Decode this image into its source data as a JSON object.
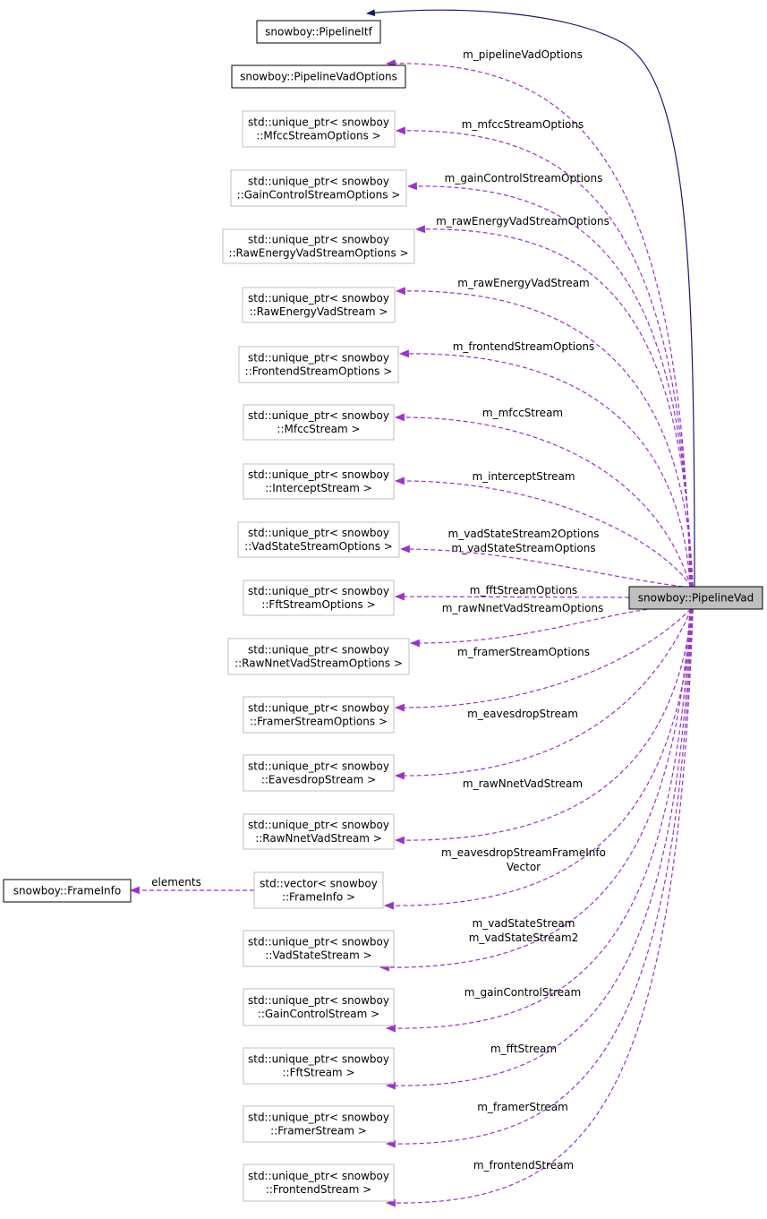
{
  "colors": {
    "inheritance_edge": "#191970",
    "usage_edge": "#9a32cd",
    "node_border_gray": "#bfbfbf",
    "node_border_black": "#000000",
    "focus_fill": "#bfbfbf"
  },
  "focus_node": {
    "label": "snowboy::PipelineVad"
  },
  "base_class": {
    "label": "snowboy::PipelineItf"
  },
  "frame_info_node": {
    "label": "snowboy::FrameInfo"
  },
  "members": [
    {
      "type_lines": [
        "snowboy::PipelineVadOptions"
      ],
      "edge_labels": [
        "m_pipelineVadOptions"
      ]
    },
    {
      "type_lines": [
        "std::unique_ptr< snowboy",
        "::MfccStreamOptions >"
      ],
      "edge_labels": [
        "m_mfccStreamOptions"
      ]
    },
    {
      "type_lines": [
        "std::unique_ptr< snowboy",
        "::GainControlStreamOptions >"
      ],
      "edge_labels": [
        "m_gainControlStreamOptions"
      ]
    },
    {
      "type_lines": [
        "std::unique_ptr< snowboy",
        "::RawEnergyVadStreamOptions >"
      ],
      "edge_labels": [
        "m_rawEnergyVadStreamOptions"
      ]
    },
    {
      "type_lines": [
        "std::unique_ptr< snowboy",
        "::RawEnergyVadStream >"
      ],
      "edge_labels": [
        "m_rawEnergyVadStream"
      ]
    },
    {
      "type_lines": [
        "std::unique_ptr< snowboy",
        "::FrontendStreamOptions >"
      ],
      "edge_labels": [
        "m_frontendStreamOptions"
      ]
    },
    {
      "type_lines": [
        "std::unique_ptr< snowboy",
        "::MfccStream >"
      ],
      "edge_labels": [
        "m_mfccStream"
      ]
    },
    {
      "type_lines": [
        "std::unique_ptr< snowboy",
        "::InterceptStream >"
      ],
      "edge_labels": [
        "m_interceptStream"
      ]
    },
    {
      "type_lines": [
        "std::unique_ptr< snowboy",
        "::VadStateStreamOptions >"
      ],
      "edge_labels": [
        "m_vadStateStream2Options",
        "m_vadStateStreamOptions"
      ]
    },
    {
      "type_lines": [
        "std::unique_ptr< snowboy",
        "::FftStreamOptions >"
      ],
      "edge_labels": [
        "m_fftStreamOptions"
      ]
    },
    {
      "type_lines": [
        "std::unique_ptr< snowboy",
        "::RawNnetVadStreamOptions >"
      ],
      "edge_labels": [
        "m_rawNnetVadStreamOptions"
      ]
    },
    {
      "type_lines": [
        "std::unique_ptr< snowboy",
        "::FramerStreamOptions >"
      ],
      "edge_labels": [
        "m_framerStreamOptions"
      ]
    },
    {
      "type_lines": [
        "std::unique_ptr< snowboy",
        "::EavesdropStream >"
      ],
      "edge_labels": [
        "m_eavesdropStream"
      ]
    },
    {
      "type_lines": [
        "std::unique_ptr< snowboy",
        "::RawNnetVadStream >"
      ],
      "edge_labels": [
        "m_rawNnetVadStream"
      ]
    },
    {
      "type_lines": [
        "std::vector< snowboy",
        "::FrameInfo >"
      ],
      "edge_labels": [
        "m_eavesdropStreamFrameInfo",
        "Vector"
      ]
    },
    {
      "type_lines": [
        "std::unique_ptr< snowboy",
        "::VadStateStream >"
      ],
      "edge_labels": [
        "m_vadStateStream",
        "m_vadStateStream2"
      ]
    },
    {
      "type_lines": [
        "std::unique_ptr< snowboy",
        "::GainControlStream >"
      ],
      "edge_labels": [
        "m_gainControlStream"
      ]
    },
    {
      "type_lines": [
        "std::unique_ptr< snowboy",
        "::FftStream >"
      ],
      "edge_labels": [
        "m_fftStream"
      ]
    },
    {
      "type_lines": [
        "std::unique_ptr< snowboy",
        "::FramerStream >"
      ],
      "edge_labels": [
        "m_framerStream"
      ]
    },
    {
      "type_lines": [
        "std::unique_ptr< snowboy",
        "::FrontendStream >"
      ],
      "edge_labels": [
        "m_frontendStream"
      ]
    }
  ],
  "elements_edge_label": "elements"
}
